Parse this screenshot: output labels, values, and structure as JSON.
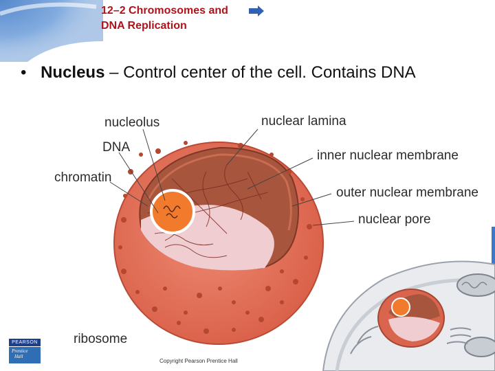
{
  "header": {
    "title_line1": "12–2 Chromosomes and",
    "title_line2": "DNA Replication"
  },
  "bullet": {
    "marker": "•",
    "term": "Nucleus",
    "definition": " – Control center of the cell. Contains DNA"
  },
  "labels": {
    "nucleolus": "nucleolus",
    "dna": "DNA",
    "chromatin": "chromatin",
    "nuclear_lamina": "nuclear lamina",
    "inner_membrane": "inner nuclear membrane",
    "outer_membrane": "outer nuclear membrane",
    "nuclear_pore": "nuclear pore",
    "ribosome": "ribosome"
  },
  "footer": {
    "copyright": "Copyright Pearson Prentice Hall"
  },
  "logo": {
    "top_text": "PEARSON",
    "bottom_line1": "Prentice",
    "bottom_line2": "Hall"
  },
  "colors": {
    "title_red": "#b0121b",
    "nucleus_orange": "#e5735a",
    "nucleolus_orange": "#f27a2c",
    "nucleoplasm_pink": "#f0cdd0"
  }
}
